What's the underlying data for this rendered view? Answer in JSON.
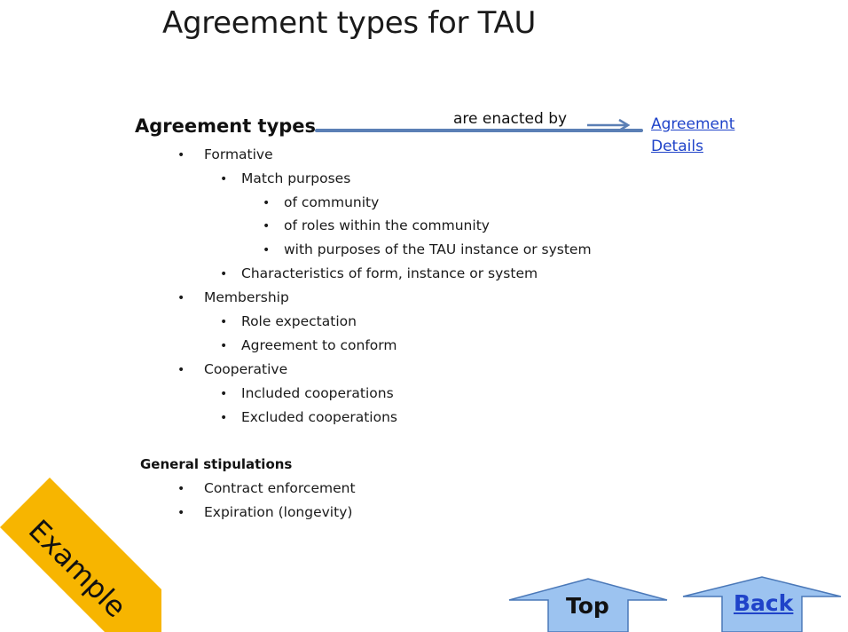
{
  "slide": {
    "title": "Agreement types for TAU",
    "heading": "Agreement types",
    "connector_text": "are enacted by",
    "link_text": "Agreement Details",
    "items": [
      {
        "bullet": "•",
        "text": "Formative"
      },
      {
        "bullet": "•",
        "text": "Match purposes"
      },
      {
        "bullet": "•",
        "text": "of community"
      },
      {
        "bullet": "•",
        "text": "of roles within the community"
      },
      {
        "bullet": "•",
        "text": "with purposes of the TAU instance or system"
      },
      {
        "bullet": "•",
        "text": "Characteristics of form, instance or system"
      },
      {
        "bullet": "•",
        "text": "Membership"
      },
      {
        "bullet": "•",
        "text": "Role expectation"
      },
      {
        "bullet": "•",
        "text": "Agreement to conform"
      },
      {
        "bullet": "•",
        "text": "Cooperative"
      },
      {
        "bullet": "•",
        "text": "Included cooperations"
      },
      {
        "bullet": "•",
        "text": "Excluded cooperations"
      }
    ],
    "subheading": "General stipulations",
    "stipulations": [
      {
        "bullet": "•",
        "text": "Contract enforcement"
      },
      {
        "bullet": "•",
        "text": "Expiration (longevity)"
      }
    ],
    "badge": "Example",
    "nav": {
      "top": "Top",
      "back": "Back"
    }
  },
  "colors": {
    "connector": "#5b7fb5",
    "link": "#1f43c9",
    "badge": "#f7b500",
    "nav_fill": "#9cc3f0",
    "nav_stroke": "#4a78b8"
  }
}
